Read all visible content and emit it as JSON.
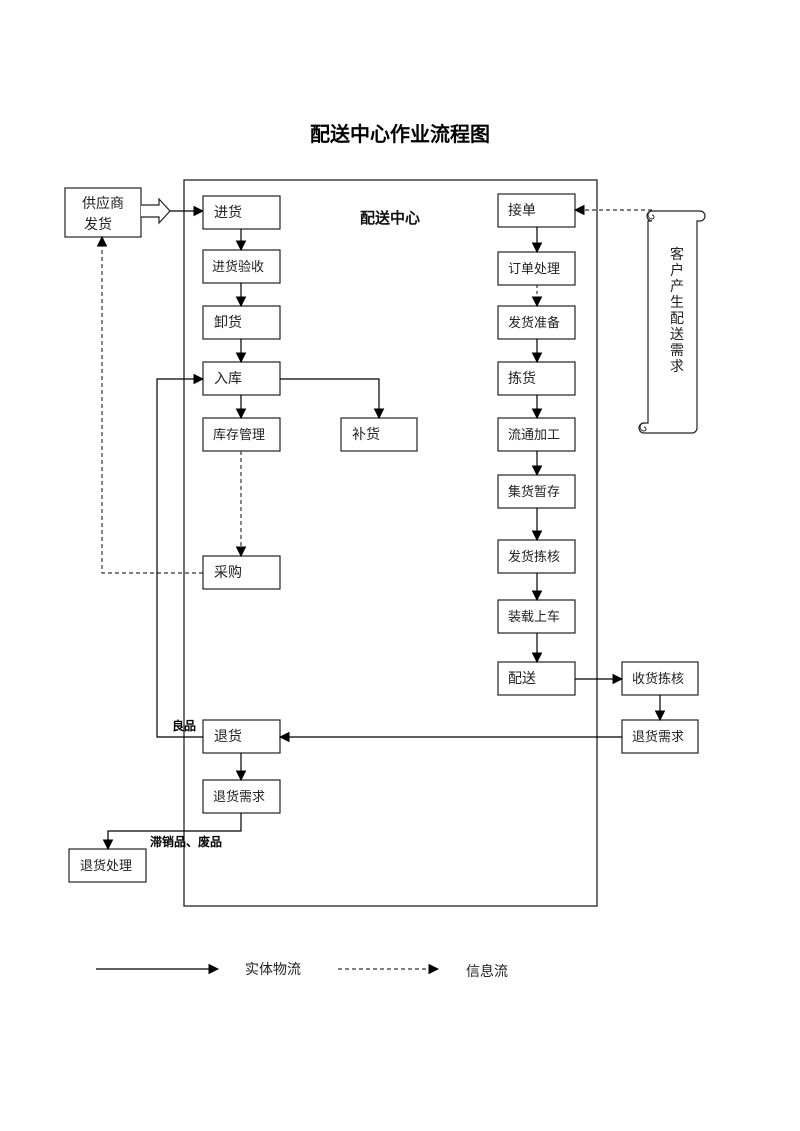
{
  "title": "配送中心作业流程图",
  "center_label": "配送中心",
  "supplier": {
    "line1": "供应商",
    "line2": "发货"
  },
  "left_column": {
    "receiving": "进货",
    "inspection": "进货验收",
    "unloading": "卸货",
    "warehousing": "入库",
    "inventory": "库存管理",
    "purchasing": "采购",
    "returns": "退货",
    "return_demand": "退货需求"
  },
  "replenish": "补货",
  "return_processing": "退货处理",
  "right_column": {
    "order_accept": "接单",
    "order_processing": "订单处理",
    "shipping_prep": "发货准备",
    "picking": "拣货",
    "processing": "流通加工",
    "staging": "集货暂存",
    "ship_check": "发货拣核",
    "loading": "装载上车",
    "delivery": "配送"
  },
  "customer_side": {
    "receive_check": "收货拣核",
    "return_demand": "退货需求",
    "scroll_text": "客户产生配送需求"
  },
  "edge_labels": {
    "good_items": "良品",
    "slow_waste": "滞销品、废品"
  },
  "legend": {
    "solid": "实体物流",
    "dashed": "信息流"
  }
}
